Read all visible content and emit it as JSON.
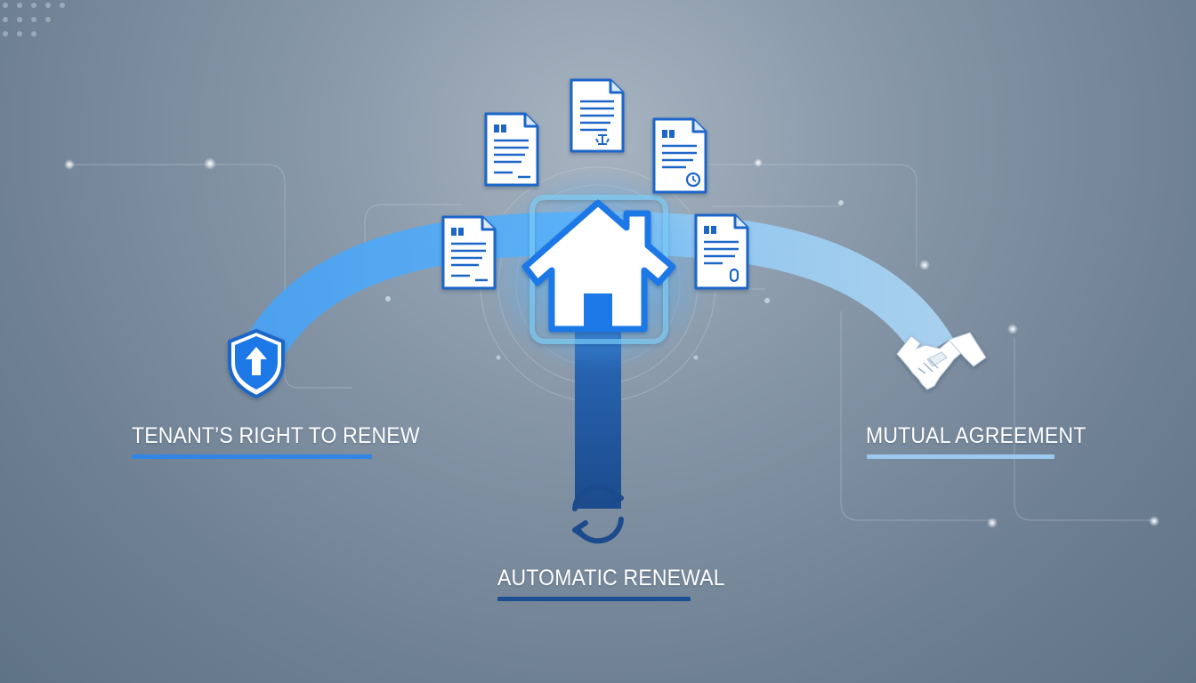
{
  "labels": {
    "left": "TENANT’S RIGHT TO RENEW",
    "center": "AUTOMATIC RENEWAL",
    "right": "MUTUAL AGREEMENT"
  },
  "colors": {
    "left_accent": "#2f86e6",
    "center_accent": "#1c4f91",
    "right_accent": "#9cc9f0",
    "house_glow": "#4fb0ff"
  },
  "icons": {
    "left": "shield-arrow-up-icon",
    "center": "house-icon",
    "bottom": "renewal-cycle-icon",
    "right": "handshake-icon",
    "documents": "document-icon"
  }
}
